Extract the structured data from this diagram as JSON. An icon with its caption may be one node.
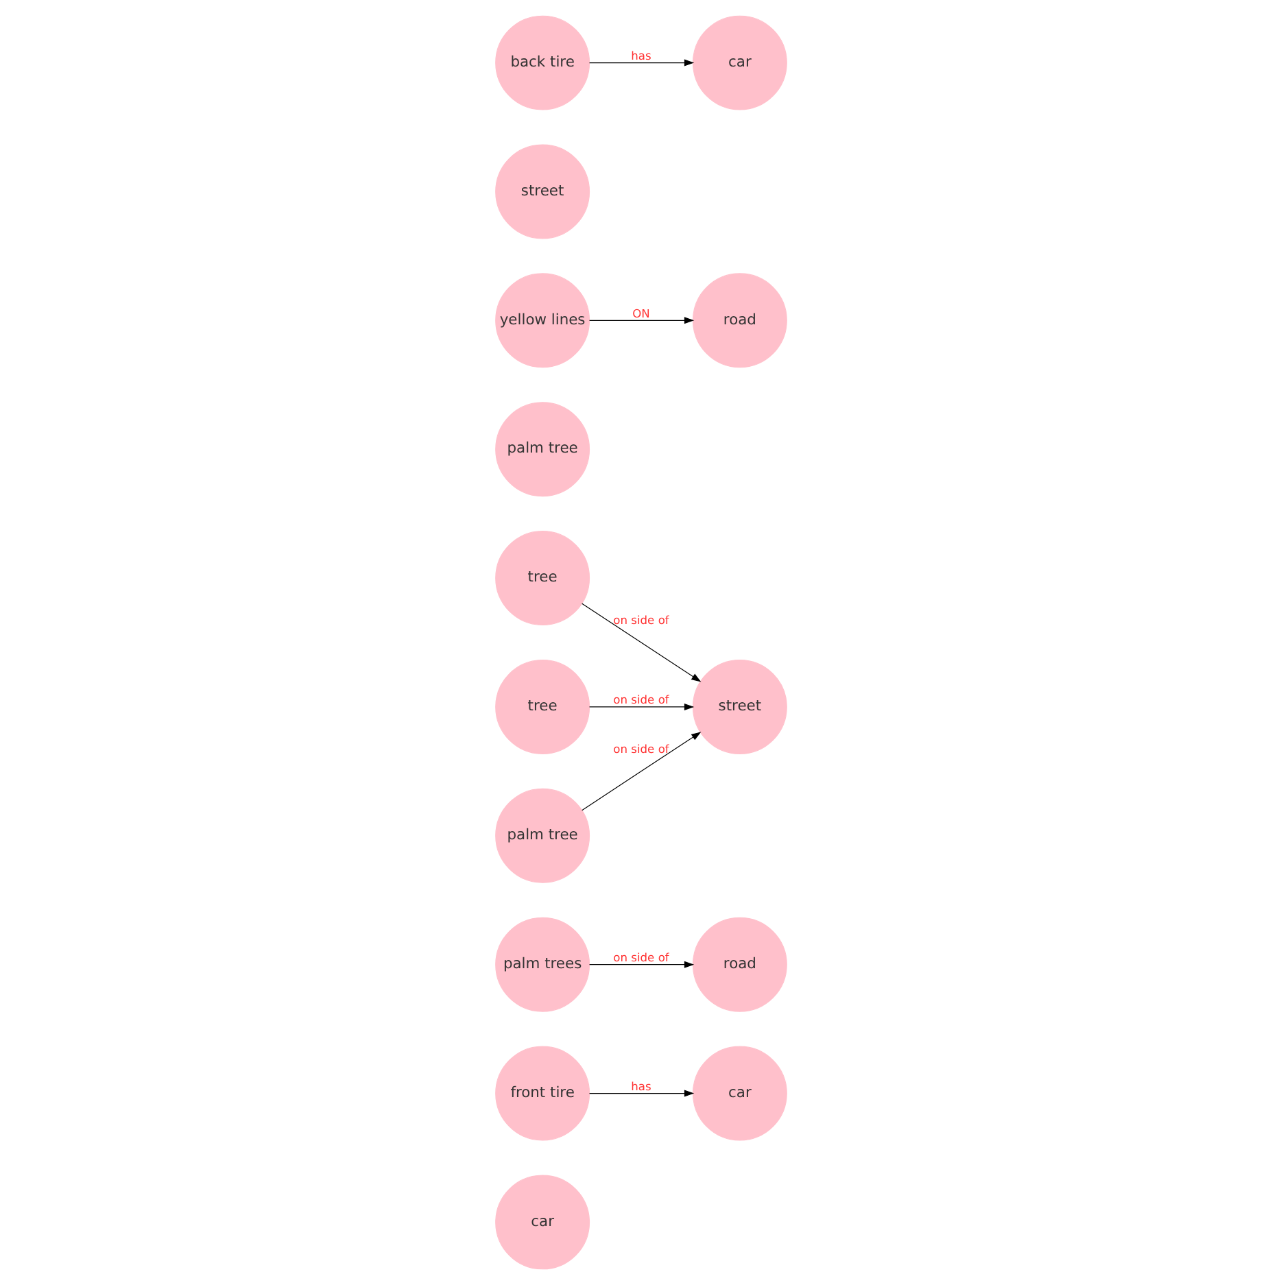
{
  "diagram": {
    "nodes": [
      {
        "text": [
          "car"
        ]
      },
      {
        "text": [
          "front tire"
        ]
      },
      {
        "text": [
          "car"
        ]
      },
      {
        "text": [
          "palm trees"
        ]
      },
      {
        "text": [
          "road"
        ]
      },
      {
        "text": [
          "tree"
        ]
      },
      {
        "text": [
          "palm tree"
        ]
      },
      {
        "text": [
          "yellow lines"
        ]
      },
      {
        "text": [
          "road"
        ]
      },
      {
        "text": [
          "tree"
        ]
      },
      {
        "text": [
          "street"
        ]
      },
      {
        "text": [
          "palm tree"
        ]
      },
      {
        "text": [
          "street"
        ]
      },
      {
        "text": [
          "back tire"
        ]
      },
      {
        "text": [
          "car"
        ]
      }
    ],
    "edges": [
      {
        "from": 1,
        "to": 2,
        "label": "has",
        "arrow": "to"
      },
      {
        "from": 3,
        "to": 4,
        "label": "on side of",
        "arrow": "to"
      },
      {
        "from": 5,
        "to": 10,
        "label": "on side of",
        "arrow": "to"
      },
      {
        "from": 7,
        "to": 8,
        "label": "ON",
        "arrow": "to"
      },
      {
        "from": 9,
        "to": 10,
        "label": "on side of",
        "arrow": "to"
      },
      {
        "from": 11,
        "to": 10,
        "label": "on side of",
        "arrow": "to"
      },
      {
        "from": 13,
        "to": 14,
        "label": "has",
        "arrow": "to"
      }
    ]
  }
}
